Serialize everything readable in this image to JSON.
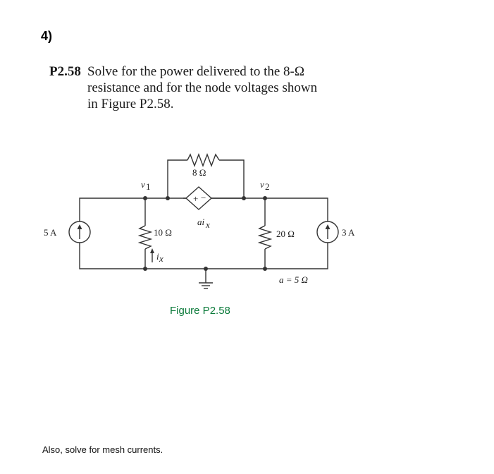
{
  "question_number": "4)",
  "problem": {
    "id": "P2.58",
    "lines": [
      "Solve for the power delivered to the 8-Ω",
      "resistance and for the node voltages shown",
      "in Figure P2.58."
    ]
  },
  "figure": {
    "caption": "Figure P2.58",
    "labels": {
      "source_left": "5 A",
      "source_right": "3 A",
      "r_top": "8 Ω",
      "r_mid_left": "10 Ω",
      "r_mid_right": "20 Ω",
      "node_v1": "v",
      "node_v1_sub": "1",
      "node_v2": "v",
      "node_v2_sub": "2",
      "dep_source": "ai",
      "dep_source_sub": "x",
      "current_ix": "i",
      "current_ix_sub": "x",
      "a_value": "a = 5 Ω",
      "plus": "+",
      "minus": "−"
    }
  },
  "note": "Also, solve for mesh currents."
}
